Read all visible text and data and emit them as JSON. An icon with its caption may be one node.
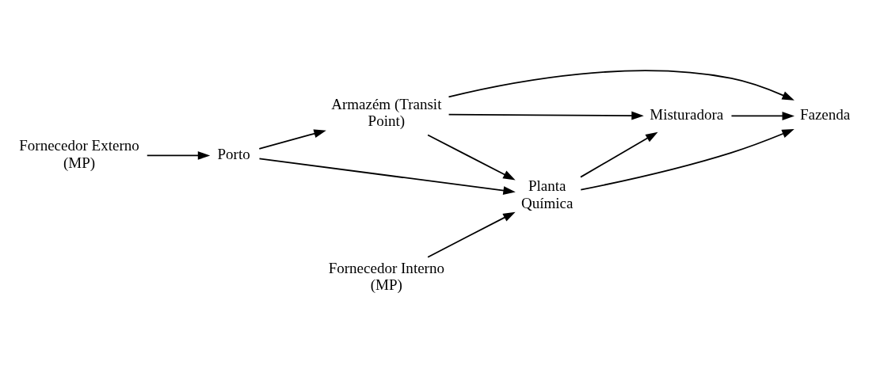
{
  "diagram": {
    "nodes": [
      {
        "text": [
          "Fornecedor Externo (MP)"
        ]
      },
      {
        "text": [
          "Porto"
        ]
      },
      {
        "text": [
          "Armazém (Transit Point)"
        ]
      },
      {
        "text": [
          "Misturadora"
        ]
      },
      {
        "text": [
          "Fazenda"
        ]
      },
      {
        "text": [
          "Fornecedor Interno (MP)"
        ]
      },
      {
        "text": [
          "Planta Química"
        ]
      }
    ],
    "edges": [
      {
        "from": 0,
        "to": 1,
        "arrow": "to"
      },
      {
        "from": 1,
        "to": 2,
        "arrow": "to"
      },
      {
        "from": 1,
        "to": 6,
        "arrow": "to"
      },
      {
        "from": 2,
        "to": 6,
        "arrow": "to"
      },
      {
        "from": 2,
        "to": 3,
        "arrow": "to"
      },
      {
        "from": 2,
        "to": 4,
        "arrow": "to"
      },
      {
        "from": 3,
        "to": 4,
        "arrow": "to"
      },
      {
        "from": 5,
        "to": 6,
        "arrow": "to"
      },
      {
        "from": 6,
        "to": 3,
        "arrow": "to"
      },
      {
        "from": 6,
        "to": 4,
        "arrow": "to"
      }
    ]
  }
}
